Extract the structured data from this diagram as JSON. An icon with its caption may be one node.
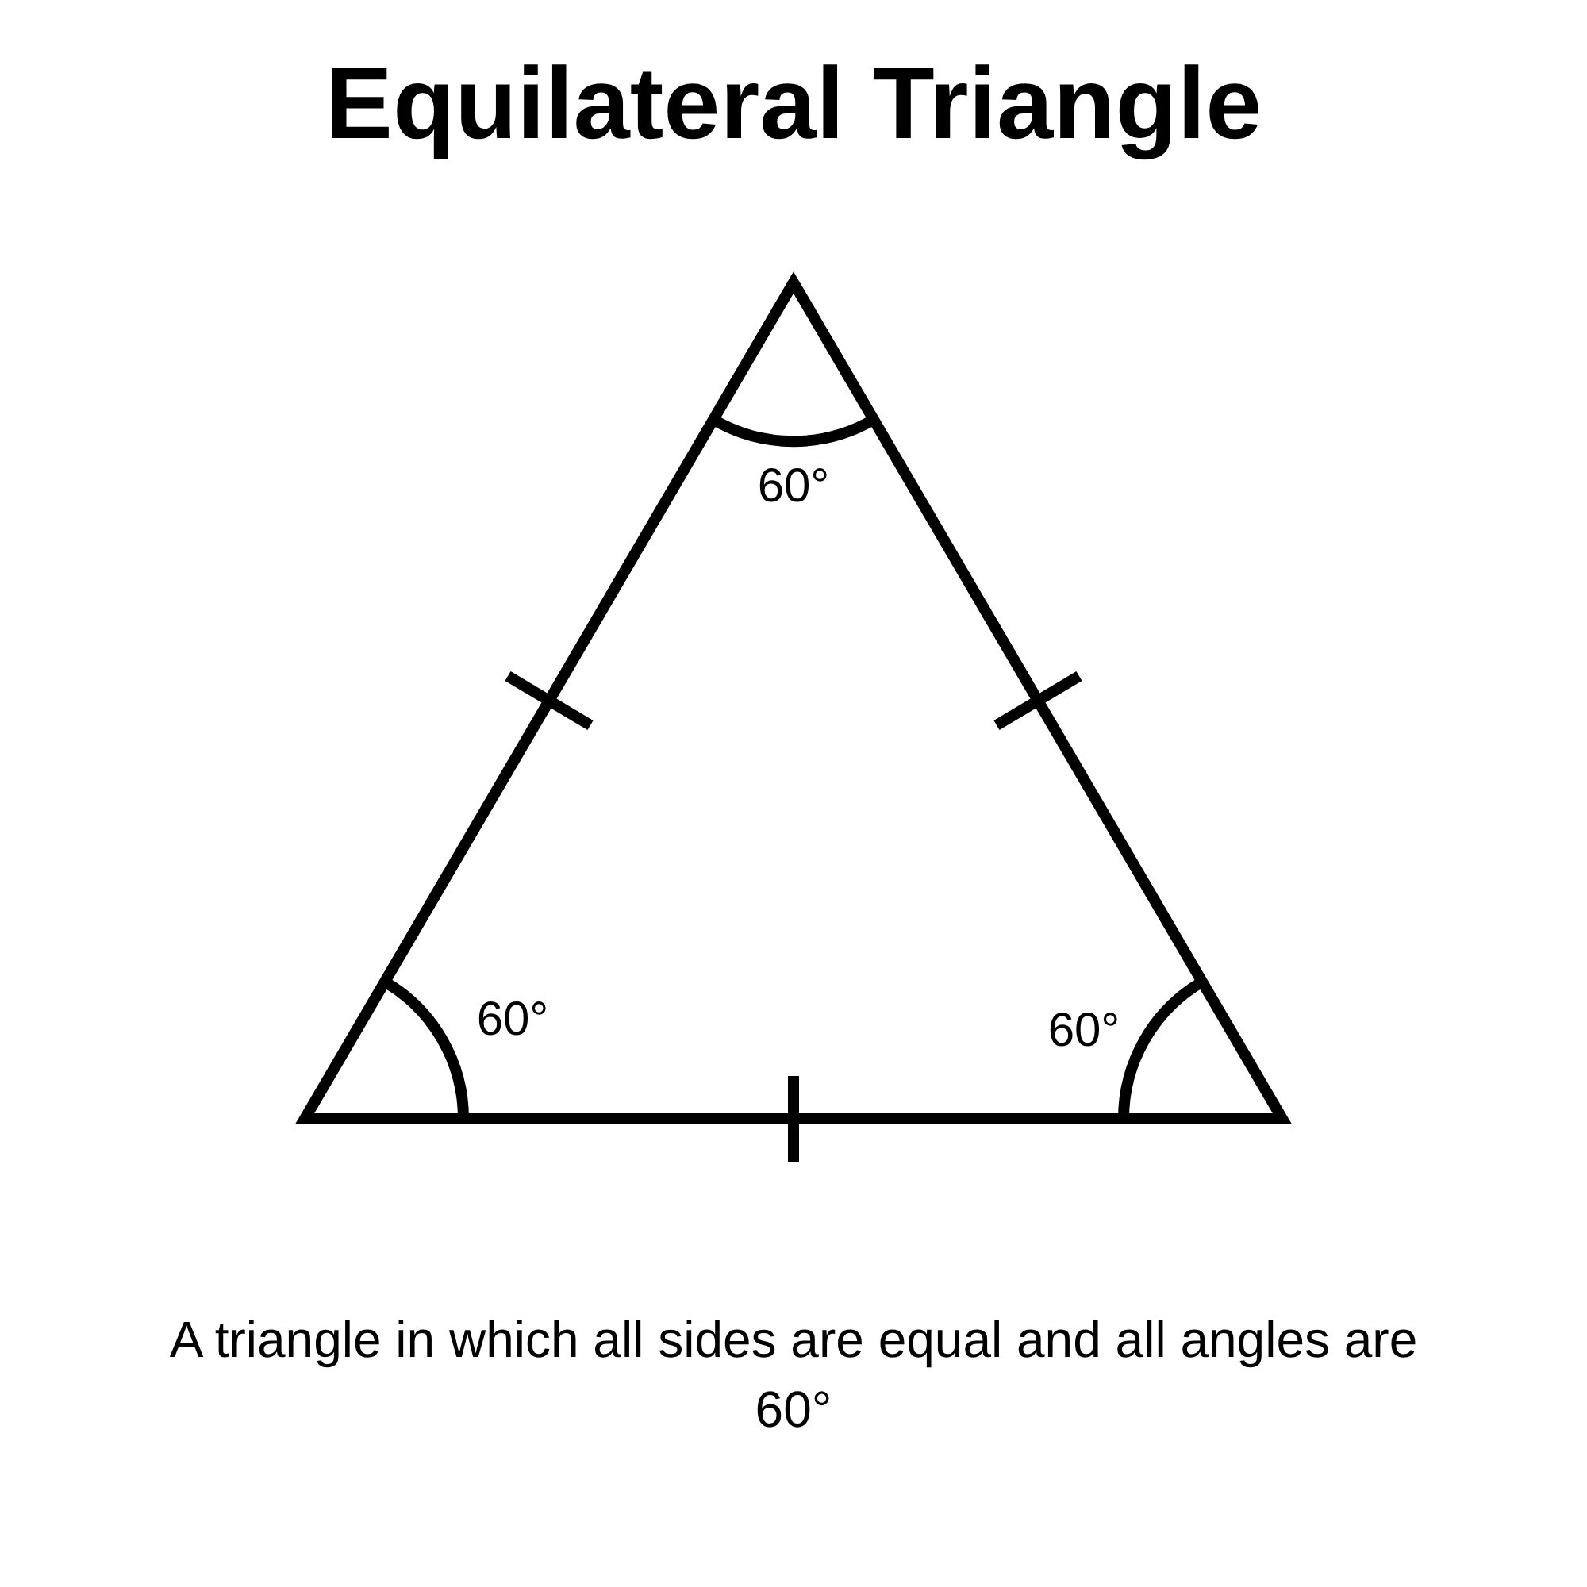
{
  "diagram": {
    "title": "Equilateral Triangle",
    "caption": "A triangle in which all sides are equal and all angles are 60°",
    "labels": [
      "60°",
      "60°",
      "60°"
    ]
  }
}
